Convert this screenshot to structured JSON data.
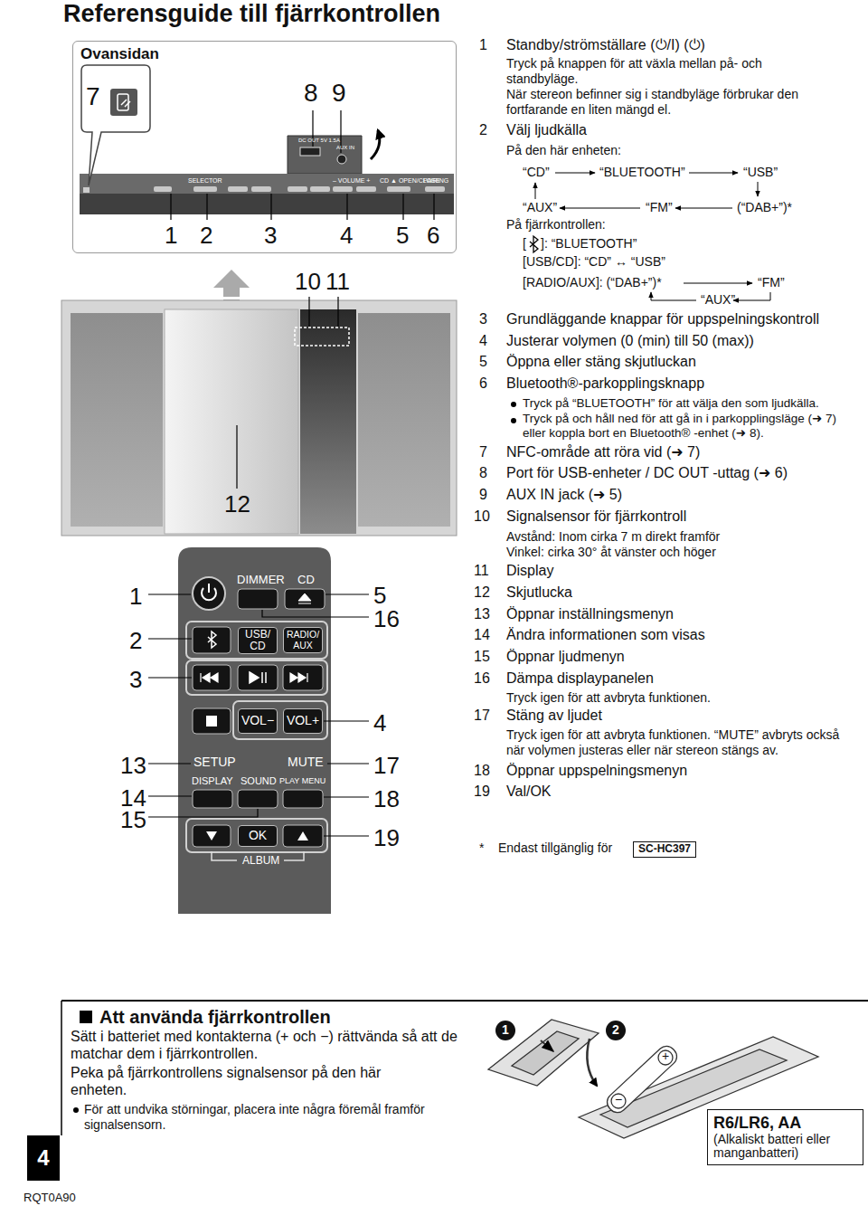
{
  "diagram": {
    "title": "Referensguide till fjärrkontrollen",
    "nodes": [
      {
        "text": [
          "Ovansidan"
        ]
      },
      {
        "text": [
          "USB/ CD"
        ]
      },
      {
        "text": [
          "RADIO/ AUX"
        ]
      },
      {
        "text": [
          "VOL−"
        ]
      },
      {
        "text": [
          "VOL+"
        ]
      },
      {
        "text": [
          "OK"
        ]
      },
      {
        "text": [
          "SC-HC397"
        ]
      },
      {
        "text": [
          "1"
        ]
      },
      {
        "text": [
          "2"
        ]
      },
      {
        "text": [
          "R6/LR6, AA",
          "(Alkaliskt batteri eller manganbatteri)"
        ]
      },
      {
        "text": [
          "4"
        ]
      }
    ],
    "labels": [
      "7",
      "8",
      "9",
      "SELECTOR",
      "– VOLUME +",
      "CD ▲ OPEN/CLOSE",
      "PAIRING",
      "DC OUT 5V 1.5A",
      "AUX IN",
      "1",
      "2",
      "3",
      "4",
      "5",
      "6",
      "10",
      "11",
      "12",
      "DIMMER",
      "CD",
      "SETUP",
      "MUTE",
      "DISPLAY",
      "SOUND",
      "PLAY MENU",
      "ALBUM",
      "1",
      "2",
      "3",
      "13",
      "14",
      "15",
      "5",
      "16",
      "4",
      "17",
      "18",
      "19",
      "1",
      "Standby/strömställare (⏻/I) (⏻)",
      "Tryck på knappen för att växla mellan på- och standbyläge.",
      "När stereon befinner sig i standbyläge förbrukar den fortfarande en liten mängd el.",
      "2",
      "Välj ljudkälla",
      "På den här enheten:",
      "“CD”",
      "“BLUETOOTH”",
      "“USB”",
      "“AUX”",
      "“FM”",
      "(“DAB+”)*",
      "På fjärrkontrollen:",
      "[",
      "]: “BLUETOOTH”",
      "[USB/CD]: “CD” ↔ “USB”",
      "[RADIO/AUX]: (“DAB+”)*",
      "“FM”",
      "“AUX”",
      "3",
      "Grundläggande knappar för uppspelningskontroll",
      "4",
      "Justerar volymen (0 (min) till 50 (max))",
      "5",
      "Öppna eller stäng skjutluckan",
      "6",
      "Bluetooth®-parkopplingsknapp",
      "Tryck på “BLUETOOTH” för att välja den som ljudkälla.",
      "Tryck på och håll ned för att gå in i parkopplingsläge (➜ 7) eller koppla bort en Bluetooth® -enhet (➜ 8).",
      "7",
      "NFC-område att röra vid (➜ 7)",
      "8",
      "Port för USB-enheter / DC OUT -uttag (➜ 6)",
      "9",
      "AUX IN jack (➜ 5)",
      "10",
      "Signalsensor för fjärrkontroll",
      "Avstånd: Inom cirka 7 m direkt framför",
      "Vinkel: cirka 30° åt vänster och höger",
      "11",
      "Display",
      "12",
      "Skjutlucka",
      "13",
      "Öppnar inställningsmenyn",
      "14",
      "Ändra informationen som visas",
      "15",
      "Öppnar ljudmenyn",
      "16",
      "Dämpa displaypanelen",
      "Tryck igen för att avbryta funktionen.",
      "17",
      "Stäng av ljudet",
      "Tryck igen för att avbryta funktionen. “MUTE” avbryts också när volymen justeras eller när stereon stängs av.",
      "18",
      "Öppnar uppspelningsmenyn",
      "19",
      "Val/OK",
      "*",
      "Endast tillgänglig för",
      "Att använda fjärrkontrollen",
      "Sätt i batteriet med kontakterna (+ och −) rättvända så att de matchar dem i fjärrkontrollen.",
      "Peka på fjärrkontrollens signalsensor på den här enheten.",
      "För att undvika störningar, placera inte några föremål framför signalsensorn.",
      "+",
      "−",
      "RQT0A90"
    ]
  }
}
